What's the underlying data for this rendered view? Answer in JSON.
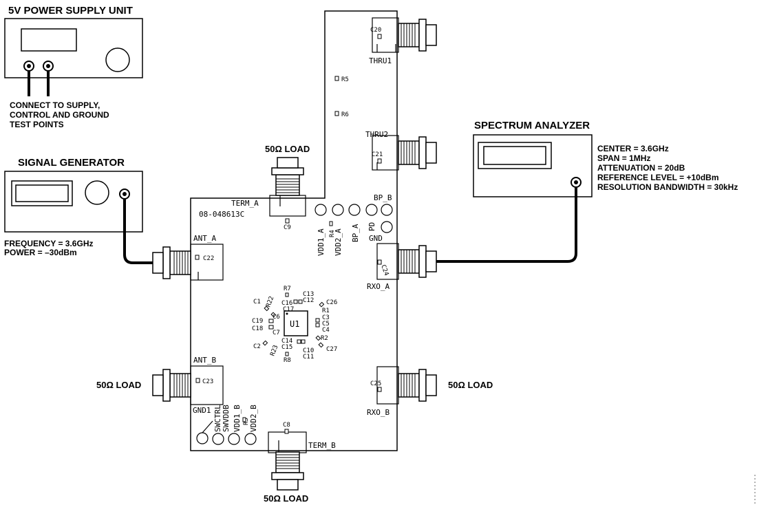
{
  "title_psu": "5V POWER SUPPLY UNIT",
  "psu_note": [
    "CONNECT TO SUPPLY,",
    "CONTROL AND GROUND",
    "TEST POINTS"
  ],
  "title_siggen": "SIGNAL GENERATOR",
  "siggen_settings": [
    "FREQUENCY = 3.6GHz",
    "POWER = –30dBm"
  ],
  "title_analyzer": "SPECTRUM ANALYZER",
  "analyzer_settings": [
    "CENTER = 3.6GHz",
    "SPAN = 1MHz",
    "ATTENUATION = 20dB",
    "REFERENCE LEVEL = +10dBm",
    "RESOLUTION BANDWIDTH = 30kHz"
  ],
  "load_label": "50Ω LOAD",
  "board_id": "08-048613C",
  "ports": {
    "ant_a": "ANT_A",
    "ant_b": "ANT_B",
    "term_a": "TERM_A",
    "term_b": "TERM_B",
    "thru1": "THRU1",
    "thru2": "THRU2",
    "rxo_a": "RXO_A",
    "rxo_b": "RXO_B",
    "gnd": "GND",
    "gnd1": "GND1",
    "bp_b": "BP_B",
    "pd": "PD",
    "bp_a": "BP_A",
    "vdd1_a": "VDD1_A",
    "vdd2_a": "VDD2_A",
    "swctrl": "SWCTRL",
    "swvddb": "SWVDDB",
    "vdd1_b": "VDD1_B",
    "vdd2_b": "VDD2_B"
  },
  "components": {
    "u1": "U1",
    "c1": "C1",
    "c2": "C2",
    "c3": "C3",
    "c4": "C4",
    "c5": "C5",
    "c6": "C6",
    "c7": "C7",
    "c8": "C8",
    "c9": "C9",
    "c10": "C10",
    "c11": "C11",
    "c12": "C12",
    "c13": "C13",
    "c14": "C14",
    "c15": "C15",
    "c16": "C16",
    "c17": "C17",
    "c18": "C18",
    "c19": "C19",
    "c20": "C20",
    "c21": "C21",
    "c22": "C22",
    "c23": "C23",
    "c24": "C24",
    "c25": "C25",
    "c26": "C26",
    "c27": "C27",
    "r1": "R1",
    "r2": "R2",
    "r3": "R3",
    "r4": "R4",
    "r5": "R5",
    "r6": "R6",
    "r7": "R7",
    "r8": "R8",
    "r22": "R22",
    "r23": "R23"
  }
}
